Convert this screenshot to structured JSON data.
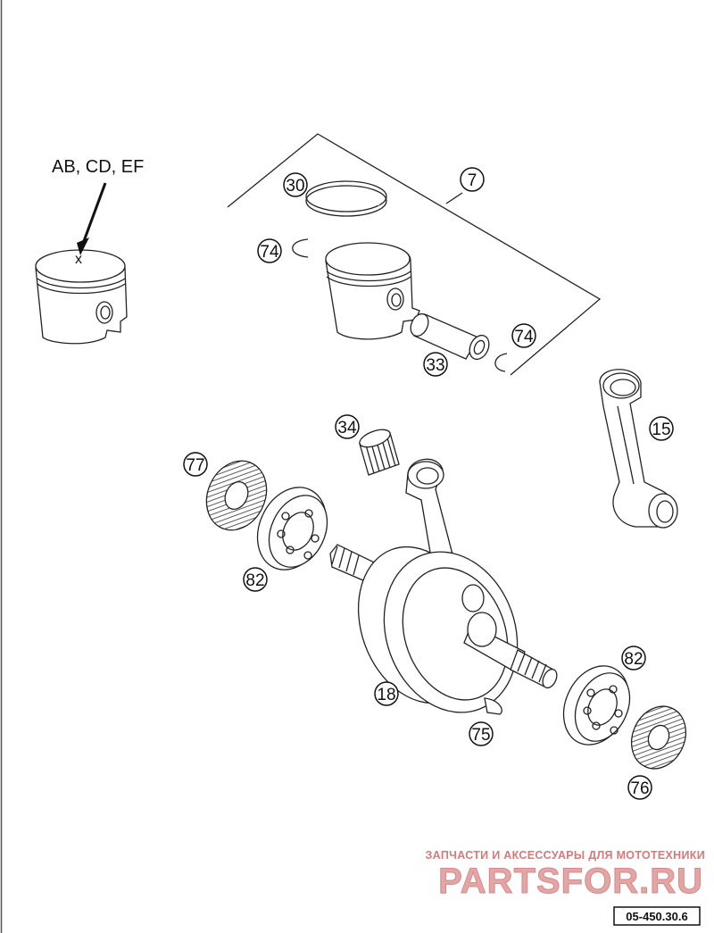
{
  "diagram": {
    "note": "AB, CD, EF",
    "reference_code": "05-450.30.6",
    "callouts": [
      {
        "id": "c30",
        "text": "30"
      },
      {
        "id": "c7",
        "text": "7"
      },
      {
        "id": "c74a",
        "text": "74"
      },
      {
        "id": "c74b",
        "text": "74"
      },
      {
        "id": "c33",
        "text": "33"
      },
      {
        "id": "c34",
        "text": "34"
      },
      {
        "id": "c15",
        "text": "15"
      },
      {
        "id": "c77",
        "text": "77"
      },
      {
        "id": "c82a",
        "text": "82"
      },
      {
        "id": "c82b",
        "text": "82"
      },
      {
        "id": "c18",
        "text": "18"
      },
      {
        "id": "c75",
        "text": "75"
      },
      {
        "id": "c76",
        "text": "76"
      }
    ]
  },
  "watermark": {
    "tagline": "ЗАПЧАСТИ И АКСЕССУАРЫ ДЛЯ МОТОТЕХНИКИ",
    "brand": "PARTSFOR.RU"
  },
  "colors": {
    "line": "#222222",
    "watermark": "#d47a7a",
    "background": "#ffffff"
  }
}
